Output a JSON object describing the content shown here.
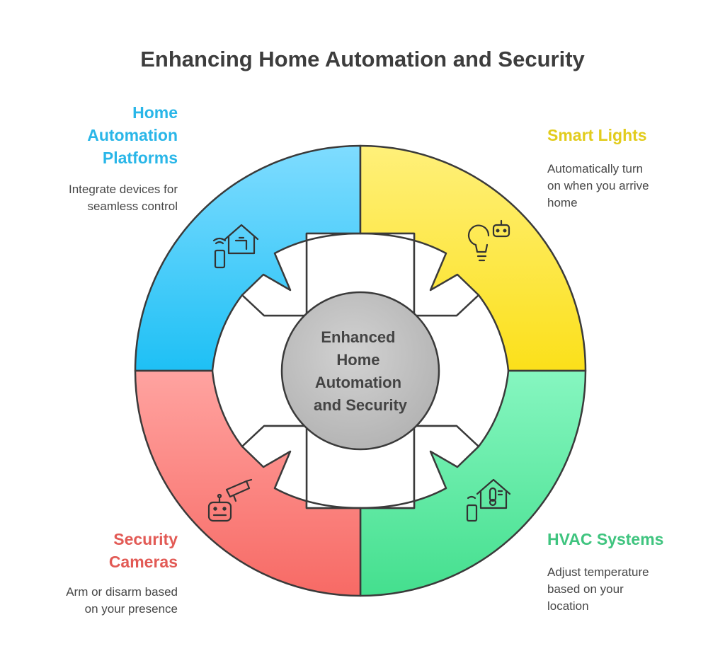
{
  "title": "Enhancing Home Automation and Security",
  "center": {
    "lines": [
      "Enhanced",
      "Home",
      "Automation",
      "and Security"
    ]
  },
  "segments": [
    {
      "id": "home-automation-platforms",
      "heading": "Home\nAutomation\nPlatforms",
      "description": "Integrate devices for\nseamless control",
      "color": "#29b6e8",
      "icon": "smart-home-faucet-icon"
    },
    {
      "id": "smart-lights",
      "heading": "Smart Lights",
      "description": "Automatically turn\non when you arrive\nhome",
      "color": "#e6cf1f",
      "icon": "smart-bulb-icon"
    },
    {
      "id": "hvac-systems",
      "heading": "HVAC Systems",
      "description": "Adjust temperature\nbased on your\nlocation",
      "color": "#3fc47f",
      "icon": "smart-thermostat-icon"
    },
    {
      "id": "security-cameras",
      "heading": "Security\nCameras",
      "description": "Arm or disarm based\non your presence",
      "color": "#e25a55",
      "icon": "security-camera-robot-icon"
    }
  ]
}
